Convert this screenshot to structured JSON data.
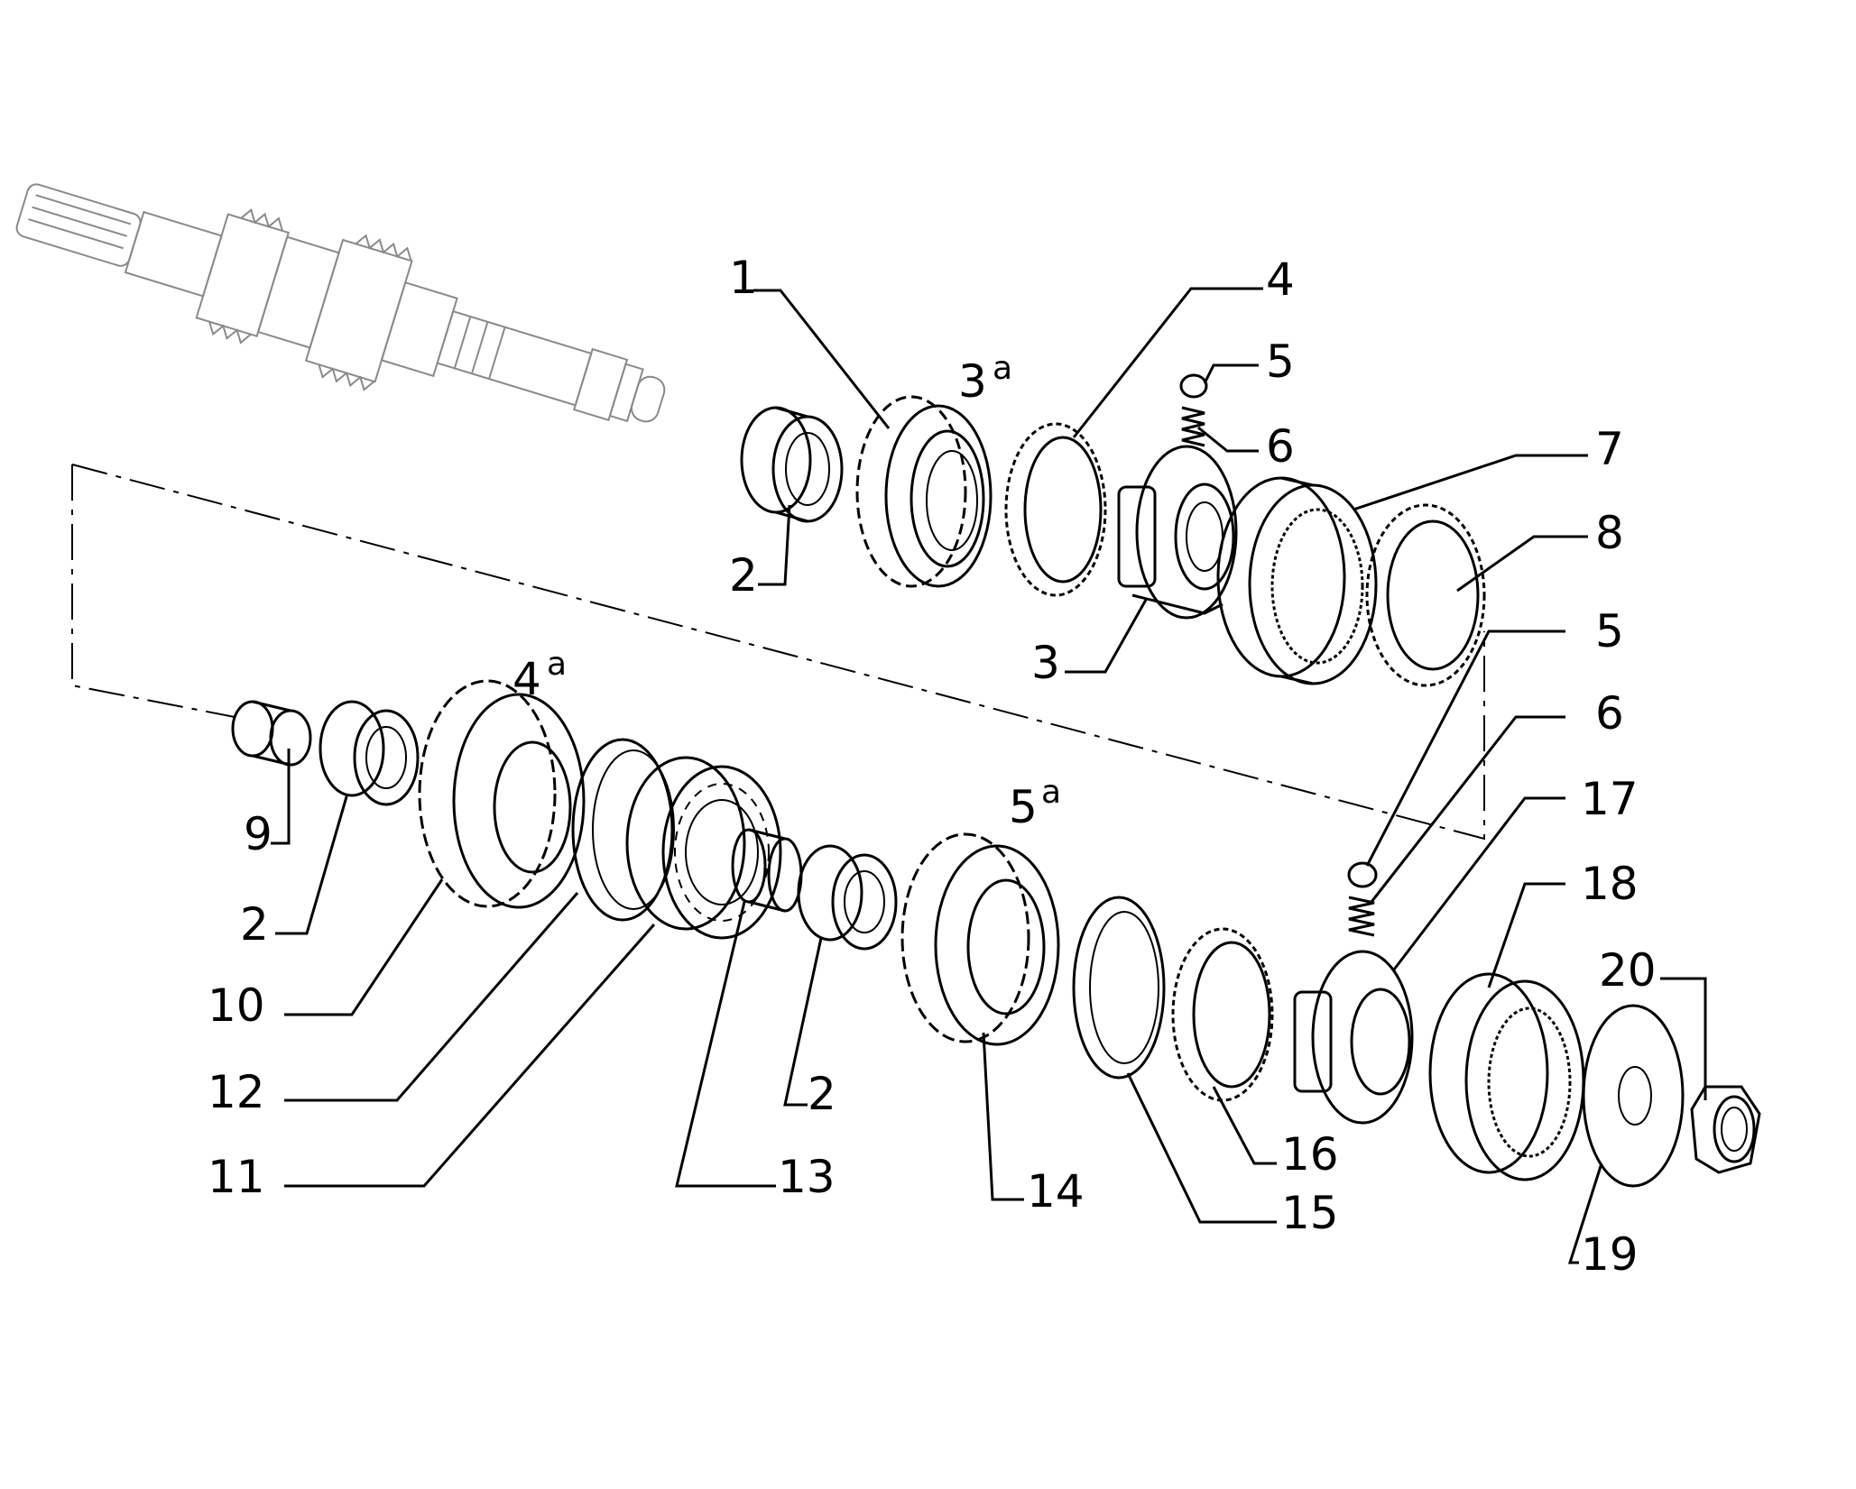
{
  "callouts": {
    "c1": "1",
    "c2a": "2",
    "c2b": "2",
    "c2c": "2",
    "c3": "3",
    "c3a": "3",
    "c3a_sup": "a",
    "c4": "4",
    "c4a": "4",
    "c4a_sup": "a",
    "c5a": "5",
    "c5b": "5",
    "c5a2": "5",
    "c5a2_sup": "a",
    "c6a": "6",
    "c6b": "6",
    "c7": "7",
    "c8": "8",
    "c9": "9",
    "c10": "10",
    "c11": "11",
    "c12": "12",
    "c13": "13",
    "c14": "14",
    "c15": "15",
    "c16": "16",
    "c17": "17",
    "c18": "18",
    "c19": "19",
    "c20": "20"
  },
  "colors": {
    "ink": "#000000",
    "shaft_reference": "#8a8a8a",
    "background": "#ffffff"
  }
}
